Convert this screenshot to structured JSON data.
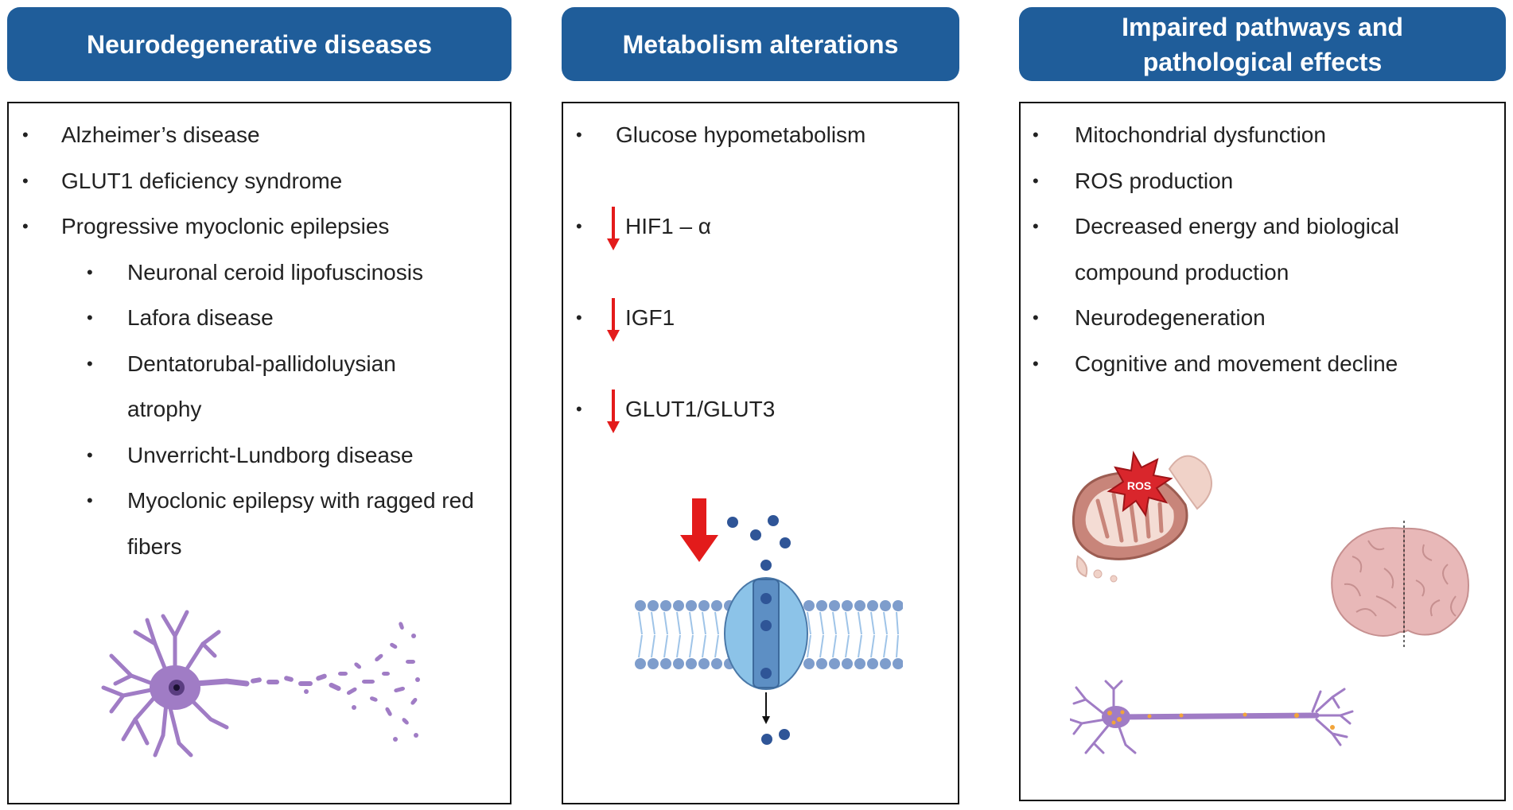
{
  "columns": [
    {
      "header": "Neurodegenerative diseases",
      "items": [
        {
          "text": "Alzheimer’s disease",
          "level": 1
        },
        {
          "text": "GLUT1 deficiency syndrome",
          "level": 1
        },
        {
          "text": "Progressive myoclonic epilepsies",
          "level": 1
        },
        {
          "text": "Neuronal ceroid lipofuscinosis",
          "level": 2
        },
        {
          "text": "Lafora disease",
          "level": 2
        },
        {
          "text": "Dentatorubal-pallidoluysian",
          "cont": "atrophy",
          "level": 2
        },
        {
          "text": "Unverricht-Lundborg disease",
          "level": 2
        },
        {
          "text": "Myoclonic epilepsy with ragged red",
          "cont": "fibers",
          "level": 2
        }
      ]
    },
    {
      "header": "Metabolism alterations",
      "items": [
        {
          "text": "Glucose hypometabolism",
          "decrease": false
        },
        {
          "text": "HIF1 – α",
          "decrease": true
        },
        {
          "text": "IGF1",
          "decrease": true
        },
        {
          "text": "GLUT1/GLUT3",
          "decrease": true
        }
      ]
    },
    {
      "header_line1": "Impaired pathways and",
      "header_line2": "pathological effects",
      "items": [
        {
          "text": "Mitochondrial dysfunction"
        },
        {
          "text": "ROS production"
        },
        {
          "text": "Decreased energy and biological",
          "cont": "compound production"
        },
        {
          "text": "Neurodegeneration"
        },
        {
          "text": "Cognitive and movement decline"
        }
      ],
      "ros_label": "ROS"
    }
  ],
  "bullet": "•",
  "colors": {
    "header_bg": "#1f5d9a",
    "decrease_arrow": "#e31b1b",
    "neuron": "#a07cc5",
    "membrane": "#6f93c4",
    "mitochondria": "#c58a80",
    "brain": "#e8b8b8"
  }
}
